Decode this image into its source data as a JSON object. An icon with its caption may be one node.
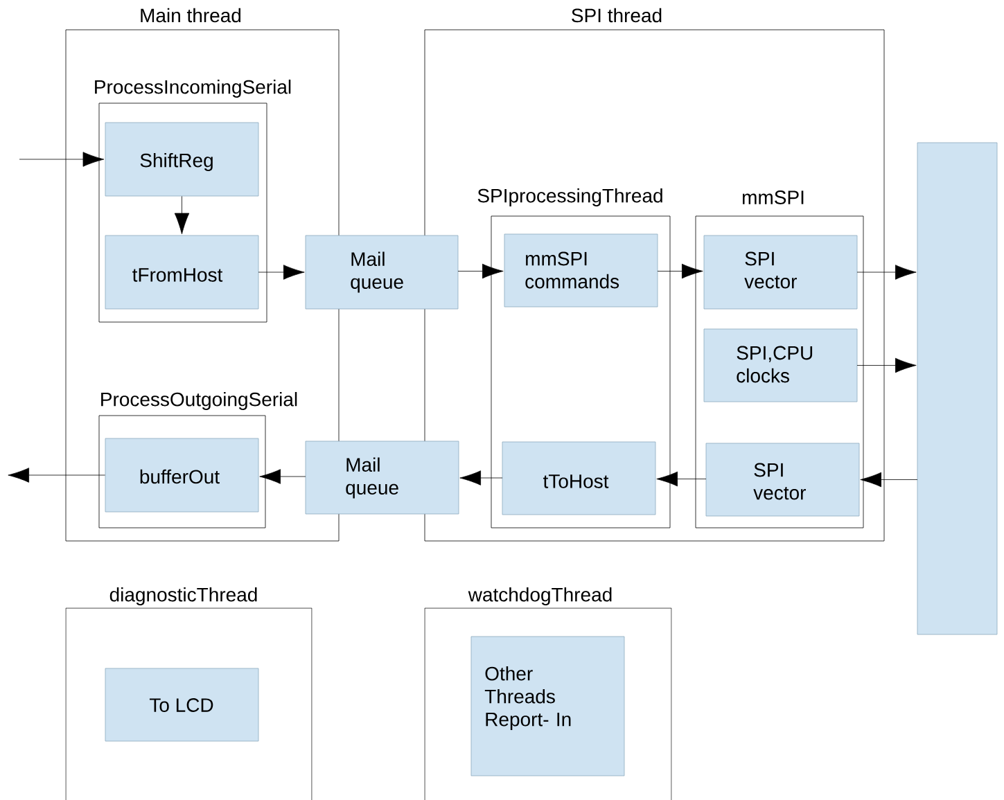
{
  "diagram": {
    "nodes": [
      {
        "text": [
          "Main thread"
        ]
      },
      {
        "text": [
          "ProcessIncomingSerial"
        ],
        "in": 0
      },
      {
        "text": [
          "ShiftReg"
        ],
        "in": 1
      },
      {
        "text": [
          "tFromHost"
        ],
        "in": 1
      },
      {
        "text": [
          "ProcessOutgoingSerial"
        ],
        "in": 0
      },
      {
        "text": [
          "bufferOut"
        ],
        "in": 4
      },
      {
        "text": [
          "Mail queue"
        ]
      },
      {
        "text": [
          "Mail queue"
        ]
      },
      {
        "text": [
          "SPI thread"
        ]
      },
      {
        "text": [
          "SPIprocessingThread"
        ],
        "in": 8
      },
      {
        "text": [
          "mmSPI commands"
        ],
        "in": 9
      },
      {
        "text": [
          "tToHost"
        ],
        "in": 9
      },
      {
        "text": [
          "mmSPI"
        ],
        "in": 8
      },
      {
        "text": [
          "SPI vector"
        ],
        "in": 12
      },
      {
        "text": [
          "SPI,CPU clocks"
        ],
        "in": 12
      },
      {
        "text": [
          "SPI vector"
        ],
        "in": 12
      },
      {
        "text": [],
        "shape": "bar"
      },
      {
        "text": [
          "diagnosticThread"
        ]
      },
      {
        "text": [
          "To LCD"
        ],
        "in": 17
      },
      {
        "text": [
          "watchdogThread"
        ]
      },
      {
        "text": [
          "Other Threads Report- In"
        ],
        "in": 19
      }
    ],
    "edges": [
      {
        "from": null,
        "to": 2,
        "arrow": "to"
      },
      {
        "from": 2,
        "to": 3,
        "arrow": "to"
      },
      {
        "from": 3,
        "to": 6,
        "arrow": "to"
      },
      {
        "from": 6,
        "to": 10,
        "arrow": "to"
      },
      {
        "from": 10,
        "to": 13,
        "arrow": "to"
      },
      {
        "from": 13,
        "to": 16,
        "arrow": "to"
      },
      {
        "from": 14,
        "to": 16,
        "arrow": "to"
      },
      {
        "from": 16,
        "to": 15,
        "arrow": "to"
      },
      {
        "from": 15,
        "to": 11,
        "arrow": "to"
      },
      {
        "from": 11,
        "to": 7,
        "arrow": "to"
      },
      {
        "from": 7,
        "to": 5,
        "arrow": "to"
      },
      {
        "from": 5,
        "to": null,
        "arrow": "to"
      }
    ]
  }
}
